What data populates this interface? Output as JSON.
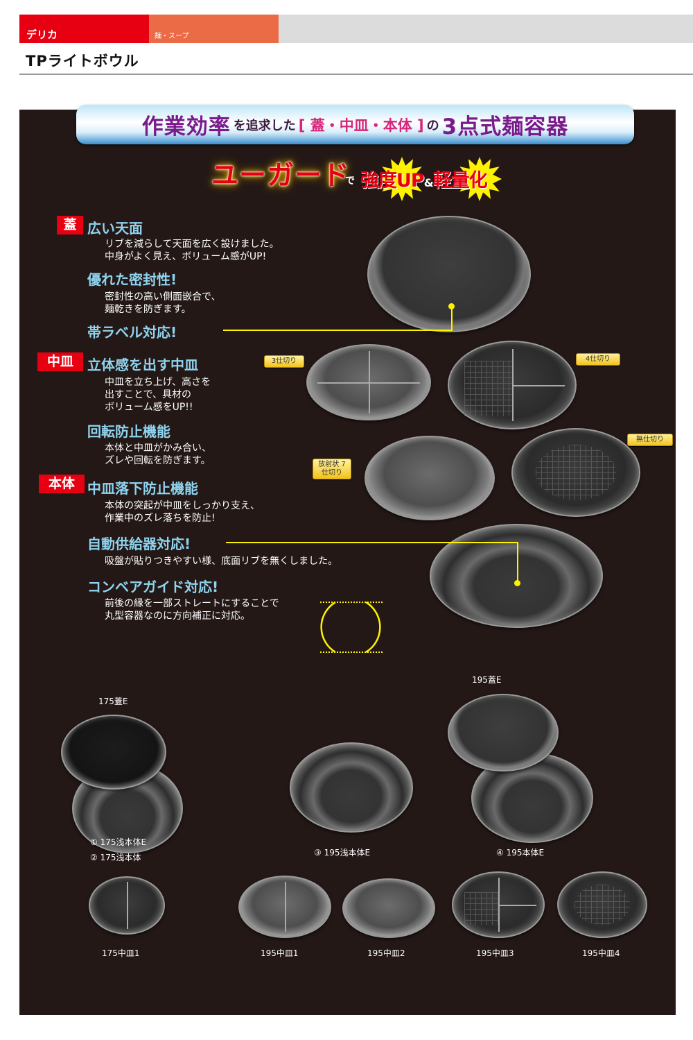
{
  "header": {
    "category": "デリカ",
    "subcategory": "麺・スープ",
    "title": "TPライトボウル",
    "colors": {
      "category_bg": "#e60012",
      "subcategory_bg": "#ec6b47",
      "rest_bg": "#dcdcdc"
    }
  },
  "banner": {
    "part1": "作業効率",
    "part2": "を追求した",
    "part3": "[ 蓋・中皿・本体 ]",
    "part4": "の",
    "part5": "3点式麺容器"
  },
  "uguard": {
    "brand": "ユーガード",
    "connector": "で",
    "claim1": "強度UP",
    "amp": "&",
    "claim2": "軽量化"
  },
  "sections": {
    "lid": {
      "tag": "蓋",
      "features": [
        {
          "heading": "広い天面",
          "body": "リブを減らして天面を広く設けました。\n中身がよく見え、ボリューム感がUP!"
        },
        {
          "heading": "優れた密封性!",
          "body": "密封性の高い側面嵌合で、\n麺乾きを防ぎます。"
        },
        {
          "heading": "帯ラベル対応!",
          "body": ""
        }
      ]
    },
    "tray": {
      "tag": "中皿",
      "features": [
        {
          "heading": "立体感を出す中皿",
          "body": "中皿を立ち上げ、高さを\n出すことで、具材の\nボリューム感をUP!!"
        },
        {
          "heading": "回転防止機能",
          "body": "本体と中皿がかみ合い、\nズレや回転を防ぎます。"
        }
      ]
    },
    "body": {
      "tag": "本体",
      "features": [
        {
          "heading": "中皿落下防止機能",
          "body": "本体の突起が中皿をしっかり支え、\n作業中のズレ落ちを防止!"
        },
        {
          "heading": "自動供給器対応!",
          "body": "吸盤が貼りつきやすい様、底面リブを無くしました。"
        },
        {
          "heading": "コンベアガイド対応!",
          "body": "前後の縁を一部ストレートにすることで\n丸型容器なのに方向補正に対応。"
        }
      ]
    }
  },
  "partition_badges": {
    "three": "3仕切り",
    "four": "4仕切り",
    "radial": "放射状\n7仕切り",
    "none": "無仕切り"
  },
  "products": {
    "lid_175": "175蓋E",
    "lid_195": "195蓋E",
    "body_175": "① 175浅本体E\n② 175浅本体",
    "body_195_shallow": "③ 195浅本体E",
    "body_195": "④ 195本体E",
    "trays": [
      "175中皿1",
      "195中皿1",
      "195中皿2",
      "195中皿3",
      "195中皿4"
    ]
  },
  "colors": {
    "panel_bg": "#231816",
    "heading": "#8fd3ee",
    "tag_bg": "#e60012",
    "callout_line": "#fff200",
    "banner_text": "#7a1b8c"
  }
}
